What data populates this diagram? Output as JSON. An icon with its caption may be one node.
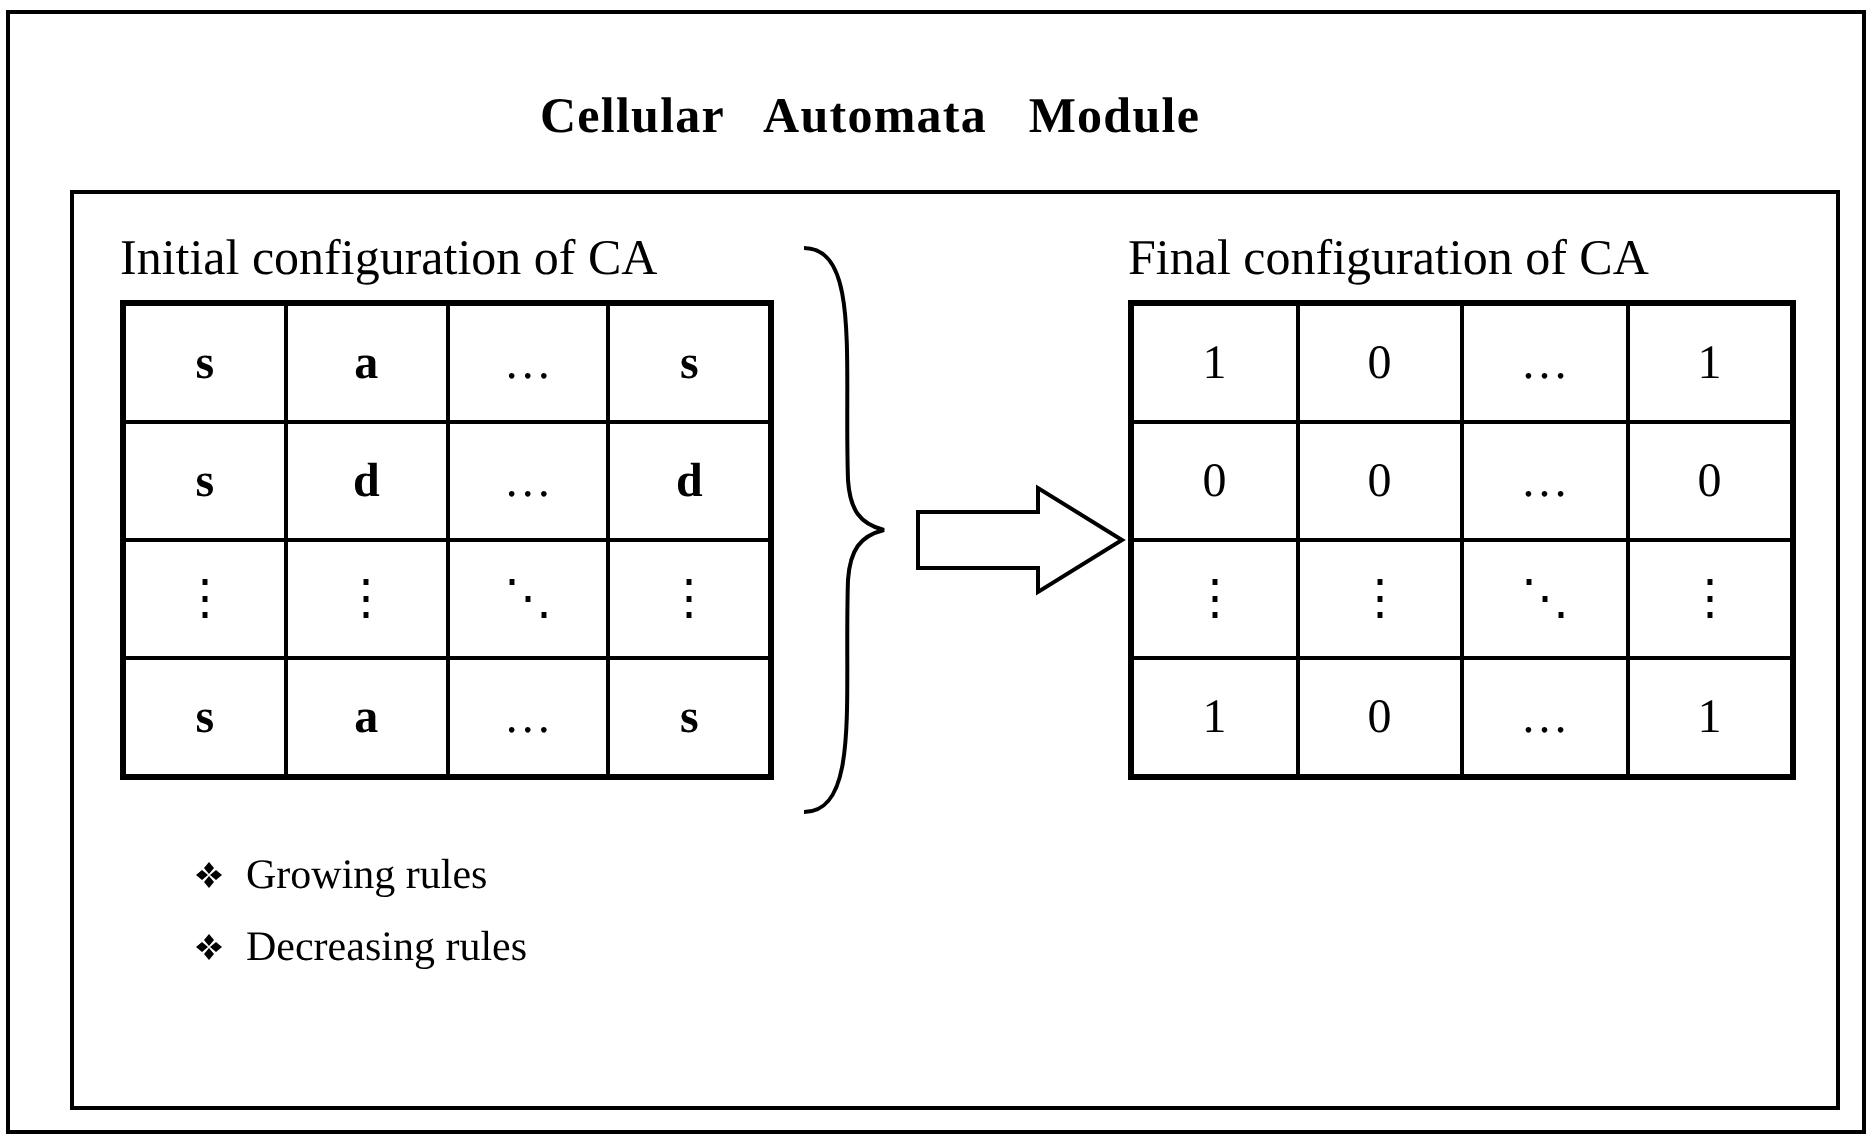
{
  "diagram": {
    "title": "Cellular Automata Module",
    "nodes": [
      {
        "text": [],
        "shape": "box"
      },
      {
        "text": [
          "Initial configuration of CA",
          "s",
          "a",
          "…",
          "s",
          "s",
          "d",
          "…",
          "d",
          "⋮",
          "⋮",
          "⋱",
          "⋮",
          "s",
          "a",
          "…",
          "s"
        ],
        "in": 0
      },
      {
        "text": [
          "Final configuration of CA",
          "1",
          "0",
          "…",
          "1",
          "0",
          "0",
          "…",
          "0",
          "⋮",
          "⋮",
          "⋱",
          "⋮",
          "1",
          "0",
          "…",
          "1"
        ],
        "in": 0
      }
    ],
    "edges": [
      {
        "from": 1,
        "to": 2,
        "arrow": "to",
        "style": "thick"
      }
    ],
    "labels": [
      "Growing rules",
      "Decreasing rules"
    ]
  }
}
